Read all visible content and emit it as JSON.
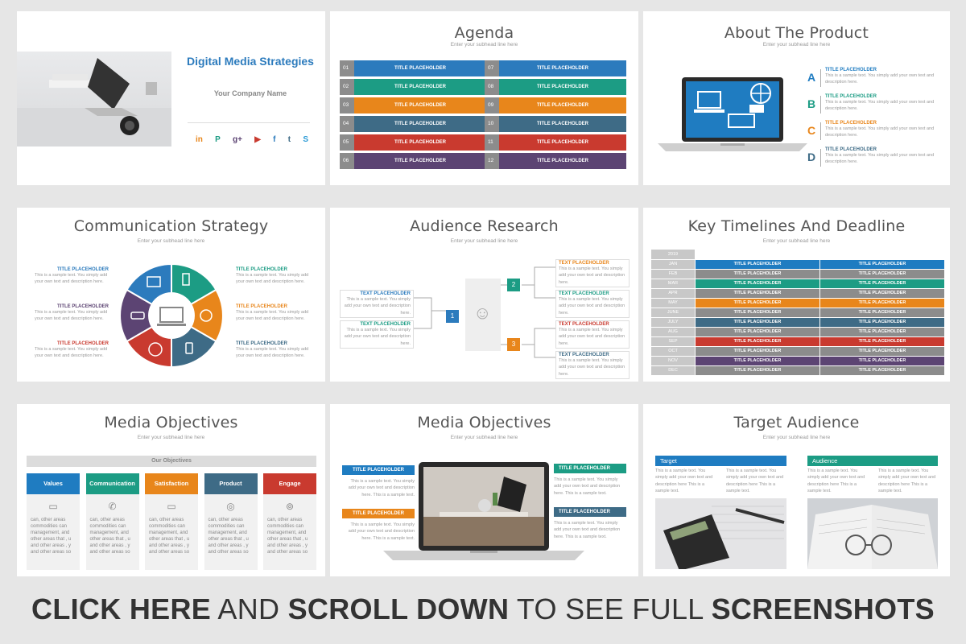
{
  "colors": {
    "blue": "#2c7bbd",
    "teal": "#1c9c84",
    "orange": "#e8861b",
    "slate": "#3e6b86",
    "red": "#c93a2f",
    "purple": "#5c4473",
    "gray": "#8c8c8c",
    "sky": "#1f7cc1"
  },
  "slide1": {
    "title": "Digital Media Strategies",
    "company": "Your Company Name",
    "social_icons": [
      "linkedin-icon",
      "pinterest-icon",
      "googleplus-icon",
      "youtube-icon",
      "facebook-icon",
      "twitter-icon",
      "skype-icon"
    ],
    "social_glyphs": [
      "in",
      "P",
      "g+",
      "▶",
      "f",
      "t",
      "S"
    ]
  },
  "agenda": {
    "title": "Agenda",
    "subtitle": "Enter your subhead line here",
    "left": [
      {
        "num": "01",
        "label": "TITLE PLACEHOLDER"
      },
      {
        "num": "02",
        "label": "TITLE PLACEHOLDER"
      },
      {
        "num": "03",
        "label": "TITLE PLACEHOLDER"
      },
      {
        "num": "04",
        "label": "TITLE PLACEHOLDER"
      },
      {
        "num": "05",
        "label": "TITLE PLACEHOLDER"
      },
      {
        "num": "06",
        "label": "TITLE PLACEHOLDER"
      }
    ],
    "right": [
      {
        "num": "07",
        "label": "TITLE PLACEHOLDER"
      },
      {
        "num": "08",
        "label": "TITLE PLACEHOLDER"
      },
      {
        "num": "09",
        "label": "TITLE PLACEHOLDER"
      },
      {
        "num": "10",
        "label": "TITLE PLACEHOLDER"
      },
      {
        "num": "11",
        "label": "TITLE PLACEHOLDER"
      },
      {
        "num": "12",
        "label": "TITLE PLACEHOLDER"
      }
    ]
  },
  "product": {
    "title": "About The Product",
    "subtitle": "Enter your subhead line here",
    "items": [
      {
        "letter": "A",
        "label": "TITLE PLACEHOLDER",
        "text": "This is a sample text. You simply add your own text and description here."
      },
      {
        "letter": "B",
        "label": "TITLE PLACEHOLDER",
        "text": "This is a sample text. You simply add your own text and description here."
      },
      {
        "letter": "C",
        "label": "TITLE PLACEHOLDER",
        "text": "This is a sample text. You simply add your own text and description here."
      },
      {
        "letter": "D",
        "label": "TITLE PLACEHOLDER",
        "text": "This is a sample text. You simply add your own text and description here."
      }
    ]
  },
  "comm": {
    "title": "Communication Strategy",
    "subtitle": "Enter your subhead line here",
    "left": [
      {
        "label": "TITLE PLACEHOLDER",
        "text": "This is a sample text. You simply add your own text and description here."
      },
      {
        "label": "TITLE PLACEHOLDER",
        "text": "This is a sample text. You simply add your own text and description here."
      },
      {
        "label": "TITLE PLACEHOLDER",
        "text": "This is a sample text. You simply add your own text and description here."
      }
    ],
    "right": [
      {
        "label": "TITLE PLACEHOLDER",
        "text": "This is a sample text. You simply add your own text and description here."
      },
      {
        "label": "TITLE PLACEHOLDER",
        "text": "This is a sample text. You simply add your own text and description here."
      },
      {
        "label": "TITLE PLACEHOLDER",
        "text": "This is a sample text. You simply add your own text and description here."
      }
    ]
  },
  "audience": {
    "title": "Audience Research",
    "subtitle": "Enter your subhead line here",
    "left": [
      {
        "label": "TEXT PLACEHOLDER",
        "text": "This is a sample text. You simply add your own text and description here."
      },
      {
        "label": "TEXT PLACEHOLDER",
        "text": "This is a sample text. You simply add your own text and description here."
      }
    ],
    "right": [
      {
        "label": "TEXT PLACEHOLDER",
        "text": "This is a sample text. You simply add your own text and description here."
      },
      {
        "label": "TEXT PLACEHOLDER",
        "text": "This is a sample text. You simply add your own text and description here."
      },
      {
        "label": "TEXT PLACEHOLDER",
        "text": "This is a sample text. You simply add your own text and description here."
      },
      {
        "label": "TEXT PLACEHOLDER",
        "text": "This is a sample text. You simply add your own text and description here."
      }
    ],
    "nodes": [
      "1",
      "2",
      "3"
    ]
  },
  "timeline": {
    "title": "Key Timelines And Deadline",
    "subtitle": "Enter your subhead line here",
    "year": "2019",
    "months": [
      "JAN",
      "FEB",
      "MAR",
      "APR",
      "MAY",
      "JUNE",
      "JULY",
      "AUG",
      "SEP",
      "OCT",
      "NOV",
      "DEC"
    ],
    "placeholder": "TITLE PLACEHOLDER"
  },
  "objectives1": {
    "title": "Media Objectives",
    "subtitle": "Enter your subhead line here",
    "header": "Our Objectives",
    "cards": [
      {
        "label": "Values",
        "icon": "tv-icon",
        "glyph": "▭",
        "text": "can, other areas commodities can management, and other areas that , u and other areas , y and other areas so"
      },
      {
        "label": "Communication",
        "icon": "phone-icon",
        "glyph": "✆",
        "text": "can, other areas commodities can management, and other areas that , u and other areas , y and other areas so"
      },
      {
        "label": "Satisfaction",
        "icon": "laptop-icon",
        "glyph": "▭",
        "text": "can, other areas commodities can management, and other areas that , u and other areas , y and other areas so"
      },
      {
        "label": "Product",
        "icon": "globe-icon",
        "glyph": "◎",
        "text": "can, other areas commodities can management, and other areas that , u and other areas , y and other areas so"
      },
      {
        "label": "Engage",
        "icon": "router-icon",
        "glyph": "⊚",
        "text": "can, other areas commodities can management, and other areas that , u and other areas , y and other areas so"
      }
    ]
  },
  "objectives2": {
    "title": "Media Objectives",
    "subtitle": "Enter your subhead line here",
    "left": [
      {
        "label": "TITLE PLACEHOLDER",
        "text": "This is a sample text. You simply add your own text and description here. This is a sample text."
      },
      {
        "label": "TITLE PLACEHOLDER",
        "text": "This is a sample text. You simply add your own text and description here. This is a sample text."
      }
    ],
    "right": [
      {
        "label": "TITLE PLACEHOLDER",
        "text": "This is a sample text. You simply add your own text and description here. This is a sample text."
      },
      {
        "label": "TITLE PLACEHOLDER",
        "text": "This is a sample text. You simply add your own text and description here. This is a sample text."
      }
    ]
  },
  "target": {
    "title": "Target Audience",
    "subtitle": "Enter your subhead line here",
    "cols": [
      {
        "label": "Target",
        "text1": "This is a sample text. You simply add your own text and description here This is a sample text.",
        "text2": "This is a sample text. You simply add your own text and description here This is a sample text."
      },
      {
        "label": "Audience",
        "text1": "This is a sample text. You simply add your own text and description here This is a sample text.",
        "text2": "This is a sample text. You simply add your own text and description here This is a sample text."
      }
    ]
  },
  "banner": {
    "part1": "CLICK HERE",
    "part2": "AND",
    "part3": "SCROLL DOWN",
    "part4": "TO SEE FULL",
    "part5": "SCREENSHOTS"
  }
}
